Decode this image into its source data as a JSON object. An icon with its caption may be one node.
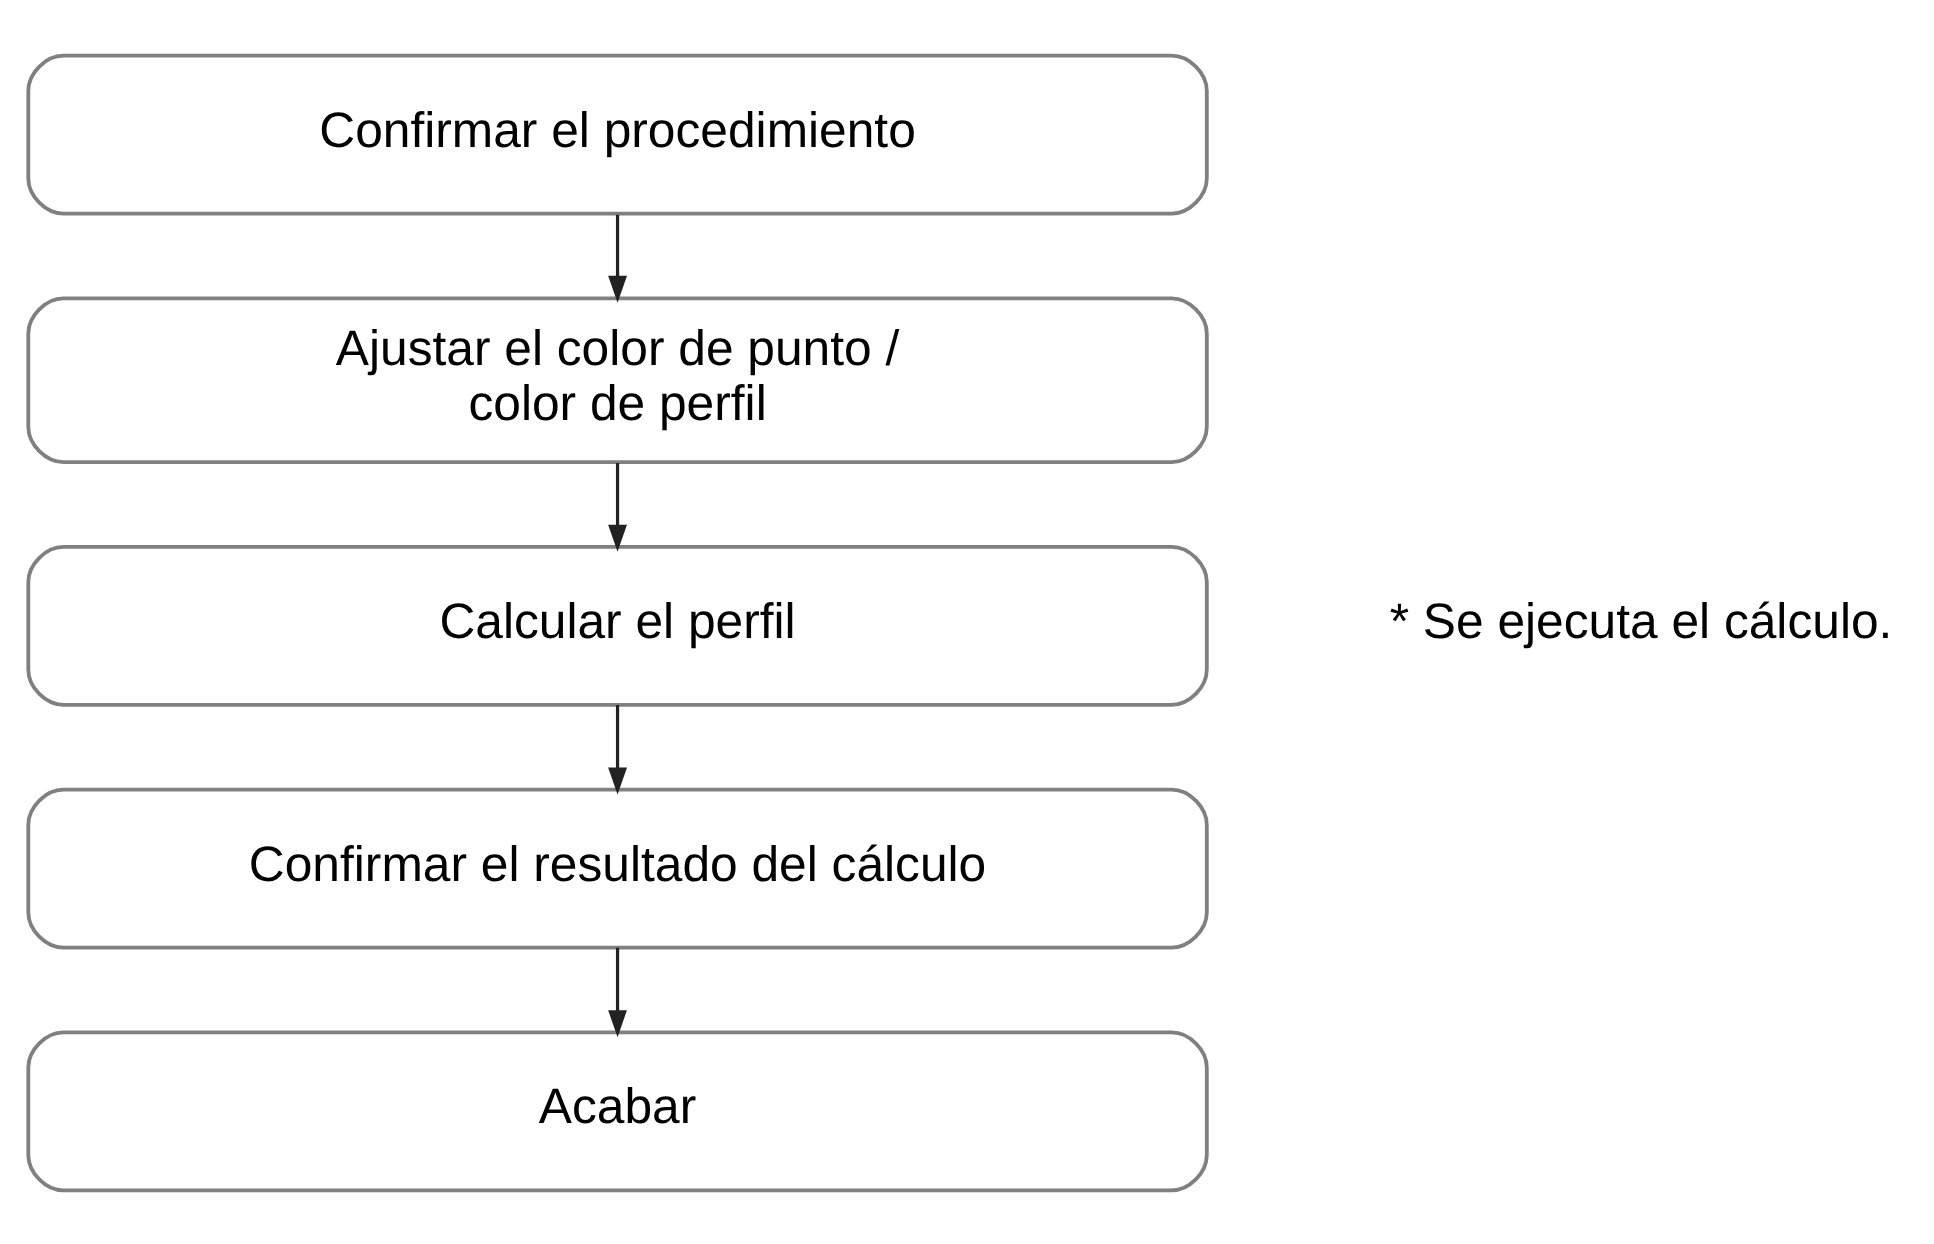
{
  "diagram": {
    "nodes": [
      {
        "text": [
          "Confirmar el procedimiento"
        ]
      },
      {
        "text": [
          "Ajustar el color de punto / color de perfil"
        ]
      },
      {
        "text": [
          "Calcular el perfil"
        ],
        "beside": [
          "* Se ejecuta el cálculo."
        ]
      },
      {
        "text": [
          "Confirmar el resultado del cálculo"
        ]
      },
      {
        "text": [
          "Acabar"
        ]
      }
    ],
    "edges": [
      {
        "from": 0,
        "to": 1,
        "arrow": "to"
      },
      {
        "from": 1,
        "to": 2,
        "arrow": "to"
      },
      {
        "from": 2,
        "to": 3,
        "arrow": "to"
      },
      {
        "from": 3,
        "to": 4,
        "arrow": "to"
      }
    ]
  }
}
